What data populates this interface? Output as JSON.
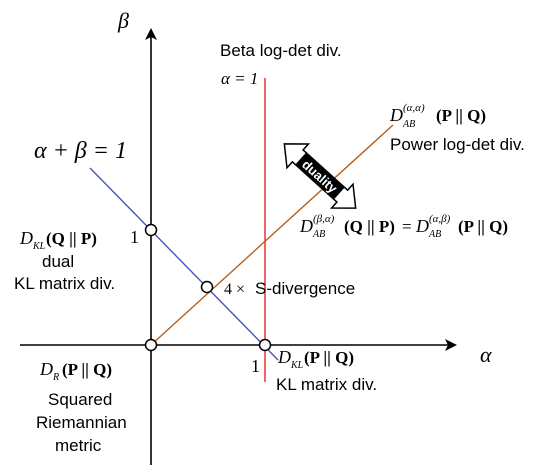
{
  "axes": {
    "x_label": "α",
    "y_label": "β"
  },
  "lines": {
    "beta_logdet": {
      "title": "Beta log-det div.",
      "condition": "α = 1",
      "color": "#e8261f"
    },
    "power_logdet": {
      "formula_main": "D",
      "formula_sub": "AB",
      "formula_sup": "(α,α)",
      "formula_args": "(P || Q)",
      "title": "Power log-det div.",
      "color": "#b8611c"
    },
    "alpha_plus_beta": {
      "equation": "α + β = 1",
      "color": "#4a55b5"
    }
  },
  "duality": {
    "arrow_label": "duality",
    "relation": {
      "left_sup": "(β,α)",
      "left_args": "(Q || P)",
      "eq": "=",
      "right_sup": "(α,β)",
      "right_args": "(P || Q)",
      "D": "D",
      "sub": "AB"
    }
  },
  "points": {
    "y_one": {
      "tick": "1",
      "formula_D": "D",
      "formula_sub": "KL",
      "formula_args": "(Q || P)",
      "desc_line1": "dual",
      "desc_line2": "KL matrix div."
    },
    "x_one": {
      "tick": "1",
      "formula_D": "D",
      "formula_sub": "KL",
      "formula_args": "(P || Q)",
      "desc": "KL matrix div."
    },
    "origin": {
      "formula_D": "D",
      "formula_sub": "R",
      "formula_args": "(P || Q)",
      "desc_line1": "Squared",
      "desc_line2": "Riemannian",
      "desc_line3": "metric"
    },
    "s_div": {
      "factor": "4 ×",
      "label": "S-divergence"
    }
  }
}
